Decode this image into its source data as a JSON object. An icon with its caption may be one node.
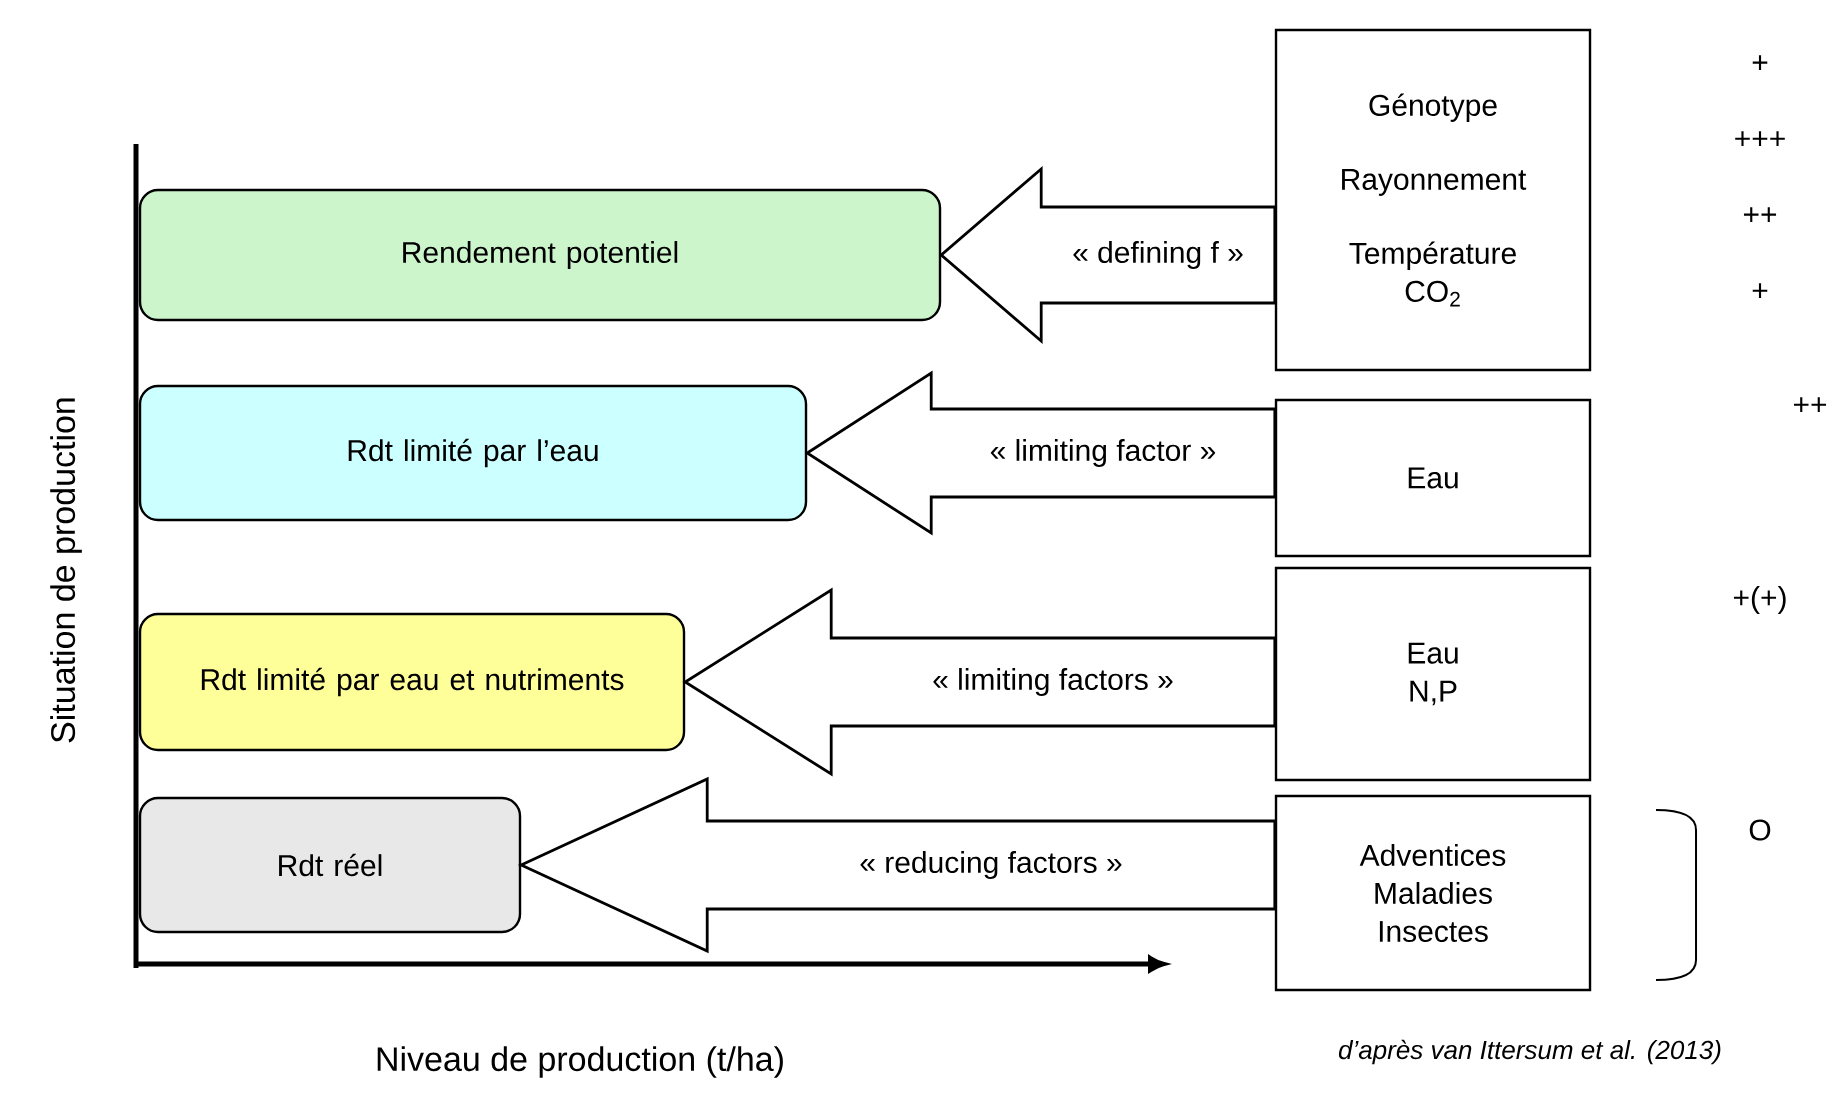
{
  "diagram": {
    "nodes": [
      {
        "text": [
          "Rendement potentiel"
        ]
      },
      {
        "text": [
          "Rdt limité par l’eau"
        ]
      },
      {
        "text": [
          "Rdt limité par eau et nutriments"
        ]
      },
      {
        "text": [
          "Rdt réel"
        ]
      },
      {
        "text": [
          "Génotype",
          "Rayonnement",
          "Température",
          "CO$_{2}$"
        ]
      },
      {
        "text": [
          "Eau"
        ]
      },
      {
        "text": [
          "Eau",
          "N,P"
        ]
      },
      {
        "text": [
          "Adventices",
          "Maladies",
          "Insectes"
        ]
      }
    ],
    "edges": [
      {
        "from": 4,
        "to": 0,
        "arrow": "to",
        "label": "« defining f »"
      },
      {
        "from": 5,
        "to": 1,
        "arrow": "to",
        "label": "« limiting factor »"
      },
      {
        "from": 6,
        "to": 2,
        "arrow": "to",
        "label": "« limiting factors »"
      },
      {
        "from": 7,
        "to": 3,
        "arrow": "to",
        "label": "« reducing factors »"
      }
    ],
    "labels": [
      "+",
      "+++",
      "++",
      "+",
      "++",
      "+(+)",
      "O",
      "Situation de production",
      "Niveau de production (t/ha)",
      "d’après van Ittersum et al. (2013)"
    ]
  }
}
